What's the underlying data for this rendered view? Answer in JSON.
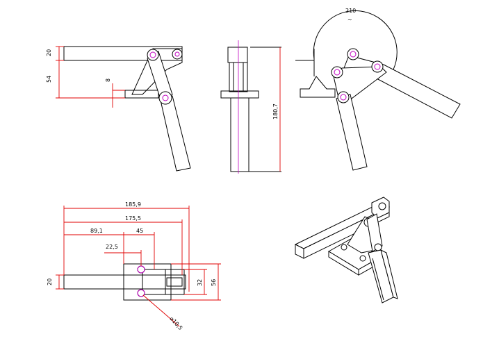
{
  "dimensions": {
    "side_thickness": "20",
    "side_height": "54",
    "side_offset": "8",
    "front_height": "180,7",
    "swing_angle": "210",
    "swing_mark": "~",
    "top_len_total": "185,9",
    "top_len_2": "175,5",
    "top_len_3": "89,1",
    "top_len_4": "45",
    "top_len_5": "22,5",
    "top_thickness": "20",
    "top_inner_width": "32",
    "top_outer_width": "56",
    "hole_diameter": "⌀10,5"
  },
  "colors": {
    "outline": "#000000",
    "dimension": "#e00000",
    "centerline": "#c000c0"
  }
}
